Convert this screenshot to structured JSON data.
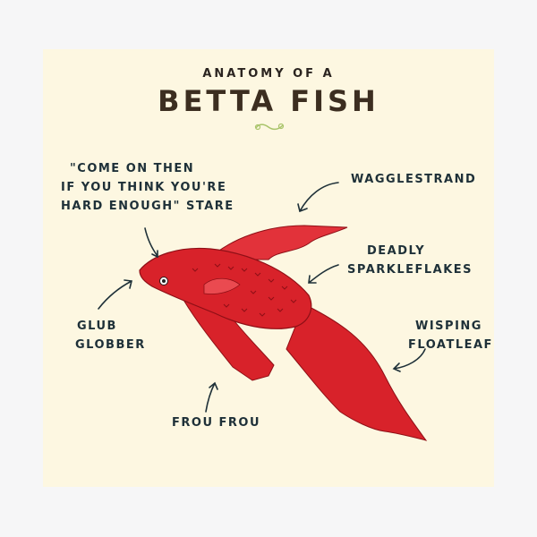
{
  "header": {
    "subtitle": "ANATOMY OF A",
    "title": "BETTA FISH",
    "ornament": "green-swirl-ornament"
  },
  "labels": {
    "stare_line1": "\"COME ON THEN",
    "stare_line2": "IF YOU THINK YOU'RE",
    "stare_line3": "HARD ENOUGH\" STARE",
    "wagglestrand": "WAGGLESTRAND",
    "sparkle_line1": "DEADLY",
    "sparkle_line2": "SPARKLEFLAKES",
    "floatleaf_line1": "WISPING",
    "floatleaf_line2": "FLOATLEAF",
    "glub_line1": "GLUB",
    "glub_line2": "GLOBBER",
    "froufrou": "FROU FROU"
  },
  "colors": {
    "background": "#f6f6f7",
    "panel": "#fdf7e1",
    "fish_red": "#d8222a",
    "fish_dark": "#8e0f16",
    "text": "#1e3038",
    "title": "#3c2e20",
    "ornament": "#a9c46a"
  }
}
